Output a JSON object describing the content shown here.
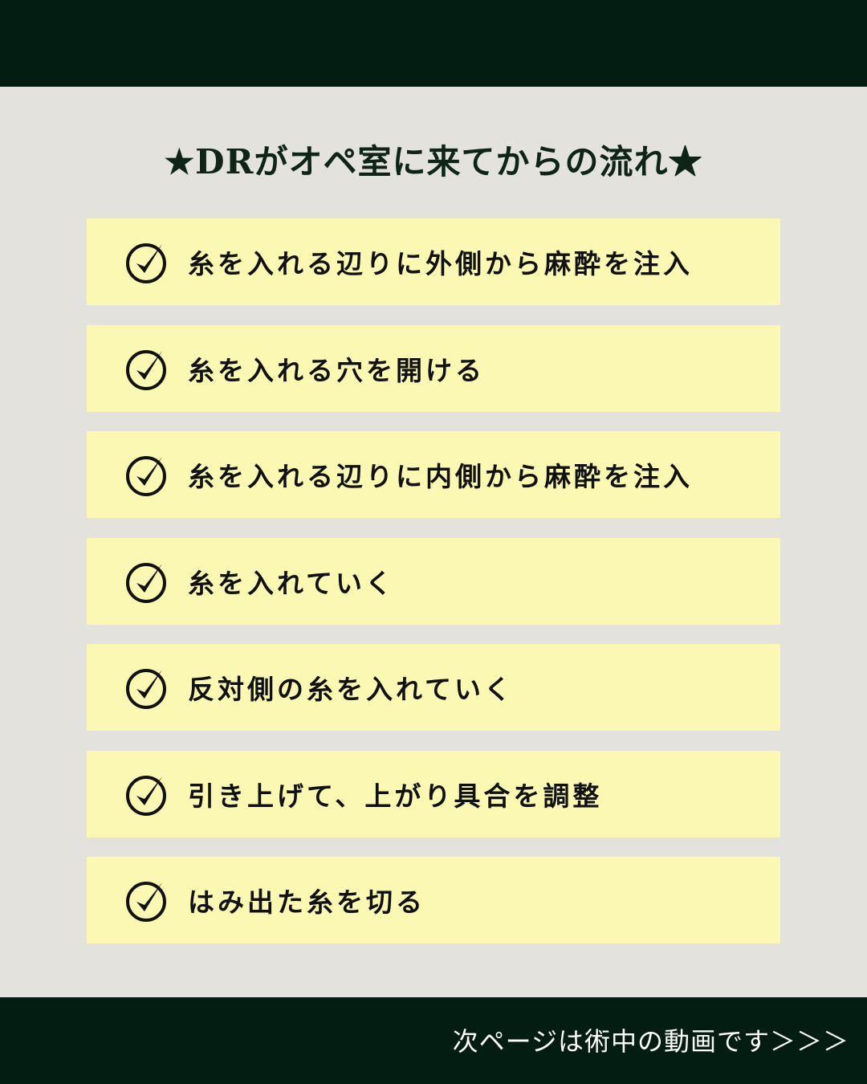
{
  "header": {
    "bar_color": "#031d12"
  },
  "title": "★DRがオペ室に来てからの流れ★",
  "checklist": {
    "icon": "check-circle-icon",
    "items": [
      {
        "label": "糸を入れる辺りに外側から麻酔を注入"
      },
      {
        "label": "糸を入れる穴を開ける"
      },
      {
        "label": "糸を入れる辺りに内側から麻酔を注入"
      },
      {
        "label": "糸を入れていく"
      },
      {
        "label": "反対側の糸を入れていく"
      },
      {
        "label": "引き上げて、上がり具合を調整"
      },
      {
        "label": "はみ出た糸を切る"
      }
    ]
  },
  "footer": {
    "next_page_text": "次ページは術中の動画です＞＞＞"
  },
  "colors": {
    "background": "#e3e2dd",
    "item_bg": "#fbf8b4",
    "dark_green": "#031d12"
  }
}
